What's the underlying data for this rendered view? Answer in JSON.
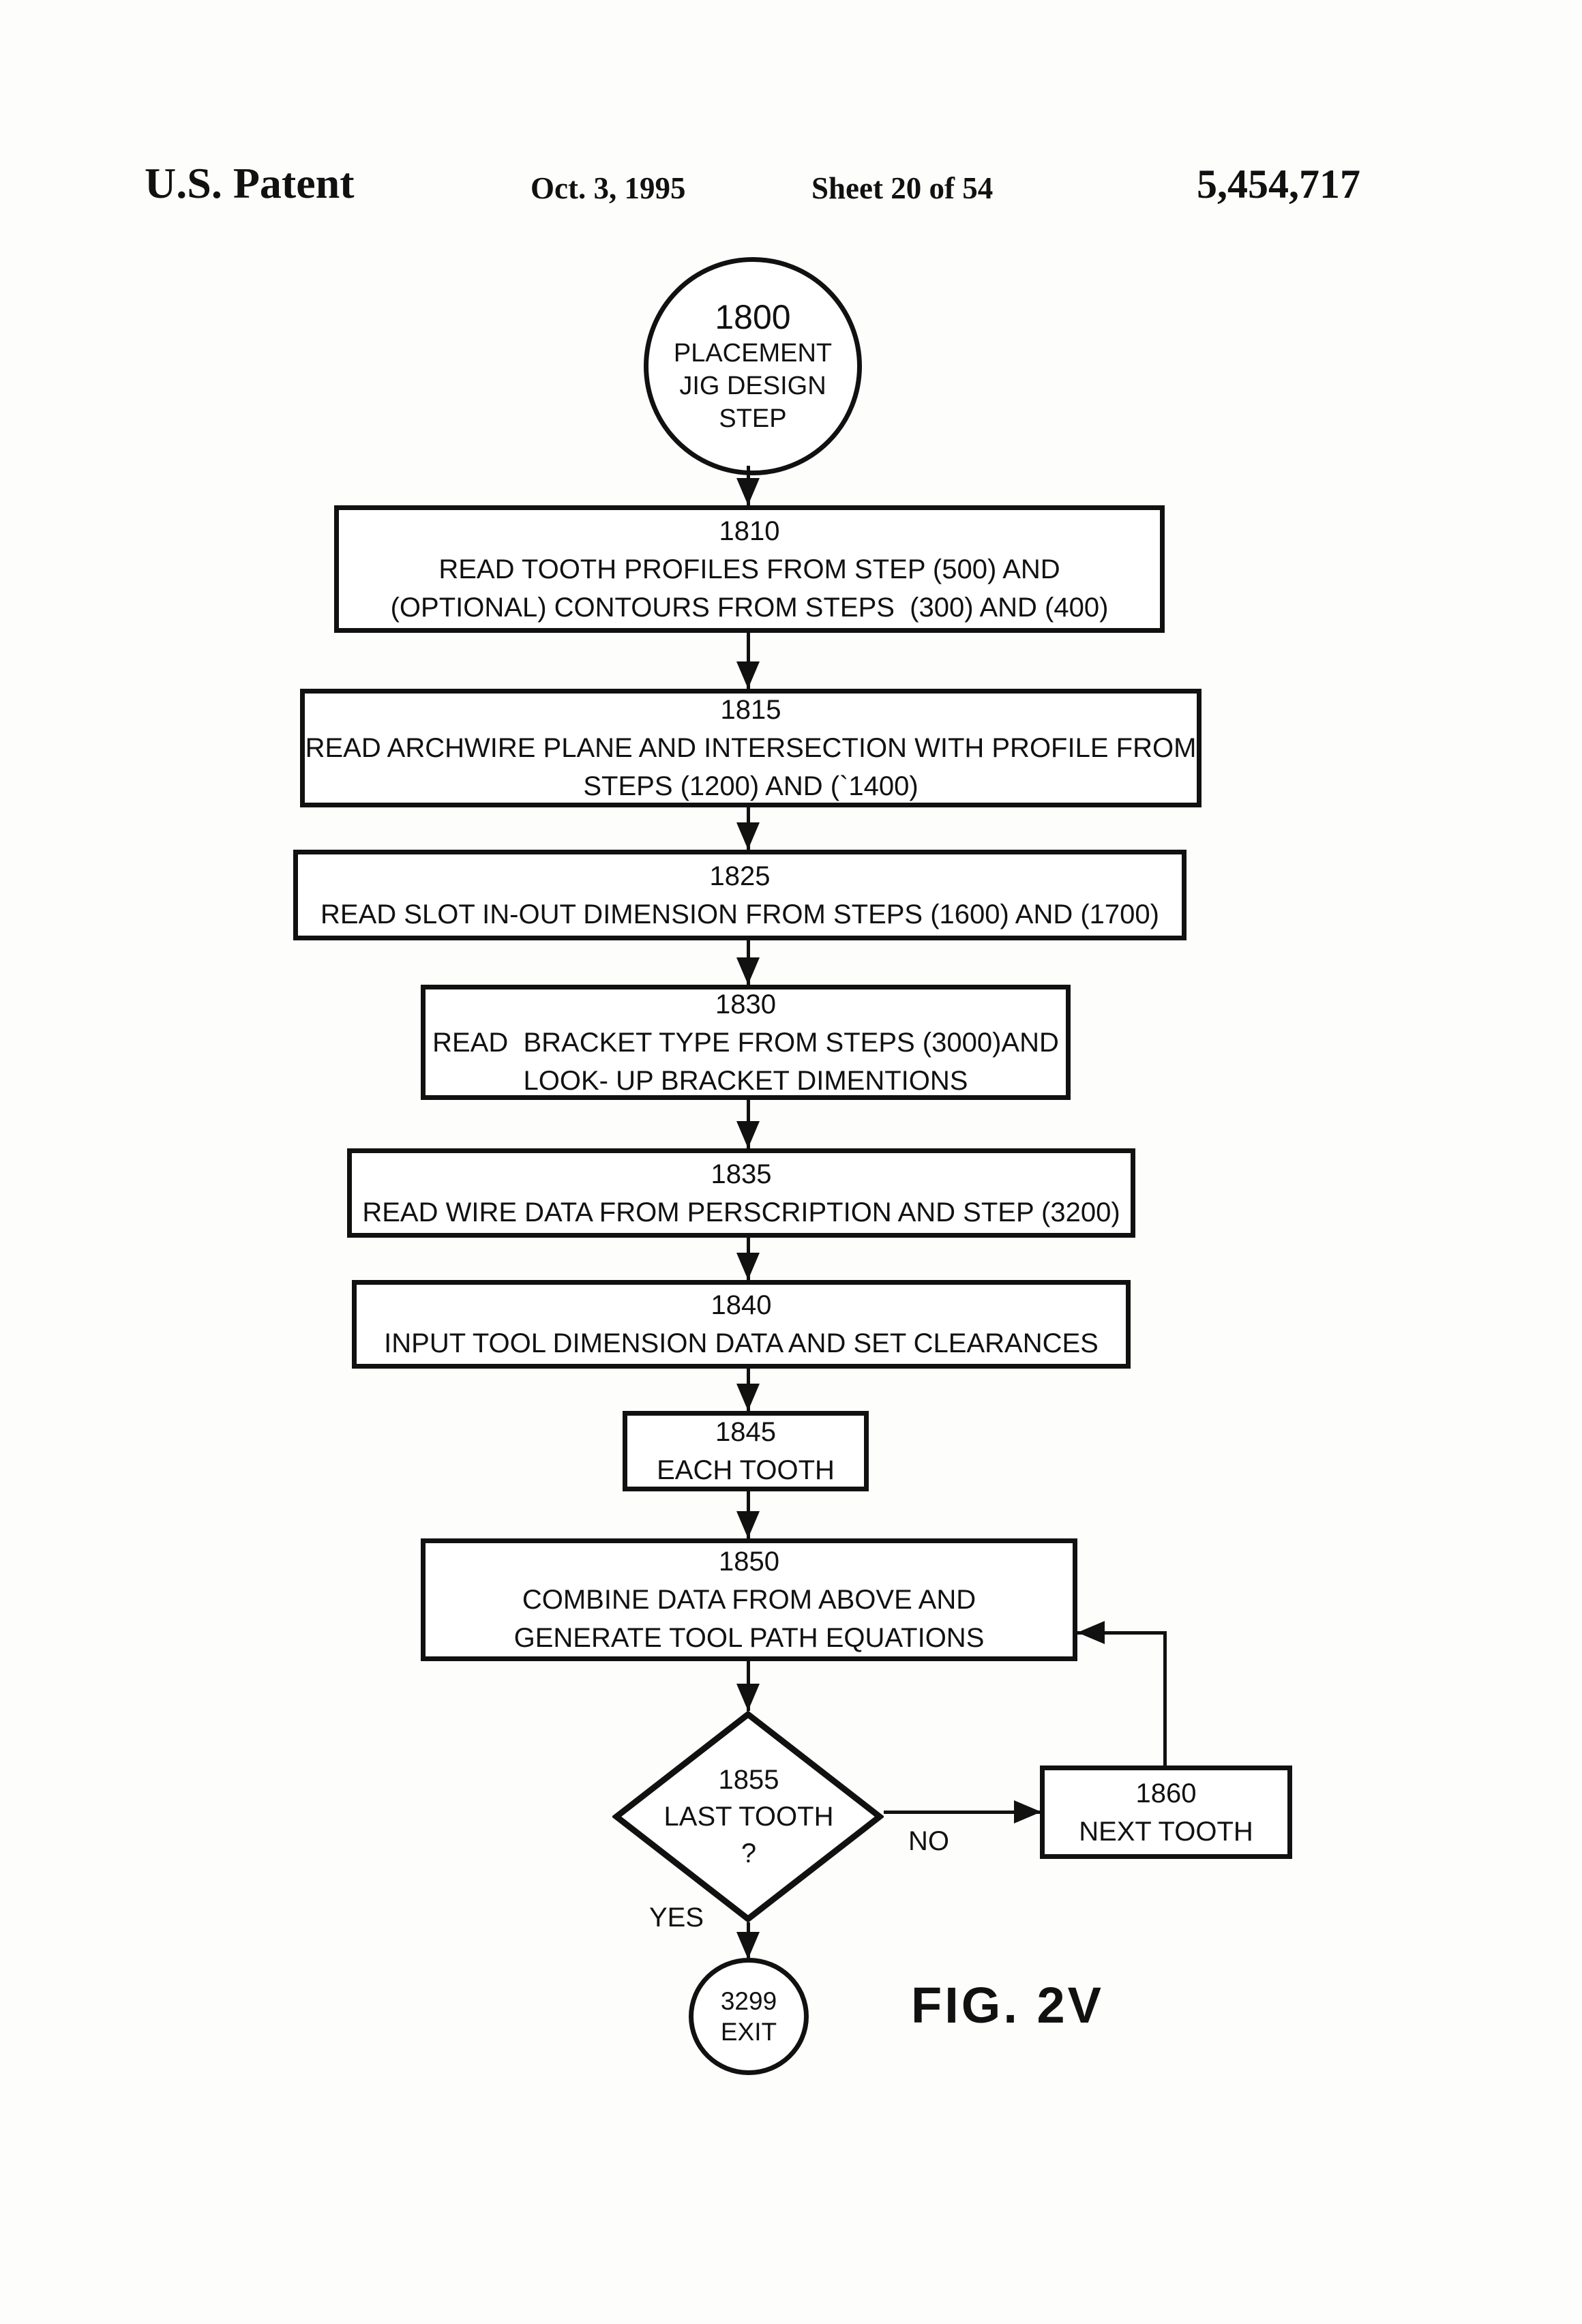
{
  "header": {
    "title": "U.S. Patent",
    "date": "Oct. 3, 1995",
    "sheet": "Sheet 20 of 54",
    "patent_number": "5,454,717"
  },
  "figure": {
    "label": "FIG. 2V"
  },
  "nodes": {
    "start": {
      "id": "1800",
      "lines": [
        "PLACEMENT",
        "JIG DESIGN",
        "STEP"
      ]
    },
    "n1810": {
      "id": "1810",
      "lines": [
        "READ TOOTH PROFILES FROM STEP (500) AND",
        "(OPTIONAL) CONTOURS FROM STEPS  (300) AND (400)"
      ]
    },
    "n1815": {
      "id": "1815",
      "lines": [
        "READ ARCHWIRE PLANE AND INTERSECTION WITH PROFILE FROM",
        "STEPS (1200) AND (`1400)"
      ]
    },
    "n1825": {
      "id": "1825",
      "lines": [
        "READ SLOT IN-OUT DIMENSION FROM STEPS (1600) AND (1700)"
      ]
    },
    "n1830": {
      "id": "1830",
      "lines": [
        "READ  BRACKET TYPE FROM STEPS (3000)AND",
        "LOOK- UP BRACKET DIMENTIONS"
      ]
    },
    "n1835": {
      "id": "1835",
      "lines": [
        "READ WIRE DATA FROM PERSCRIPTION AND STEP (3200)"
      ]
    },
    "n1840": {
      "id": "1840",
      "lines": [
        "INPUT TOOL DIMENSION DATA AND SET CLEARANCES"
      ]
    },
    "n1845": {
      "id": "1845",
      "lines": [
        "EACH TOOTH"
      ]
    },
    "n1850": {
      "id": "1850",
      "lines": [
        "COMBINE DATA FROM ABOVE AND",
        "GENERATE TOOL PATH EQUATIONS"
      ]
    },
    "d1855": {
      "id": "1855",
      "lines": [
        "LAST TOOTH",
        "?"
      ]
    },
    "n1860": {
      "id": "1860",
      "lines": [
        "NEXT TOOTH"
      ]
    },
    "exit": {
      "id": "3299",
      "lines": [
        "EXIT"
      ]
    }
  },
  "edges": {
    "no_label": "NO",
    "yes_label": "YES"
  },
  "colors": {
    "ink": "#111111",
    "paper": "#ffffff"
  }
}
